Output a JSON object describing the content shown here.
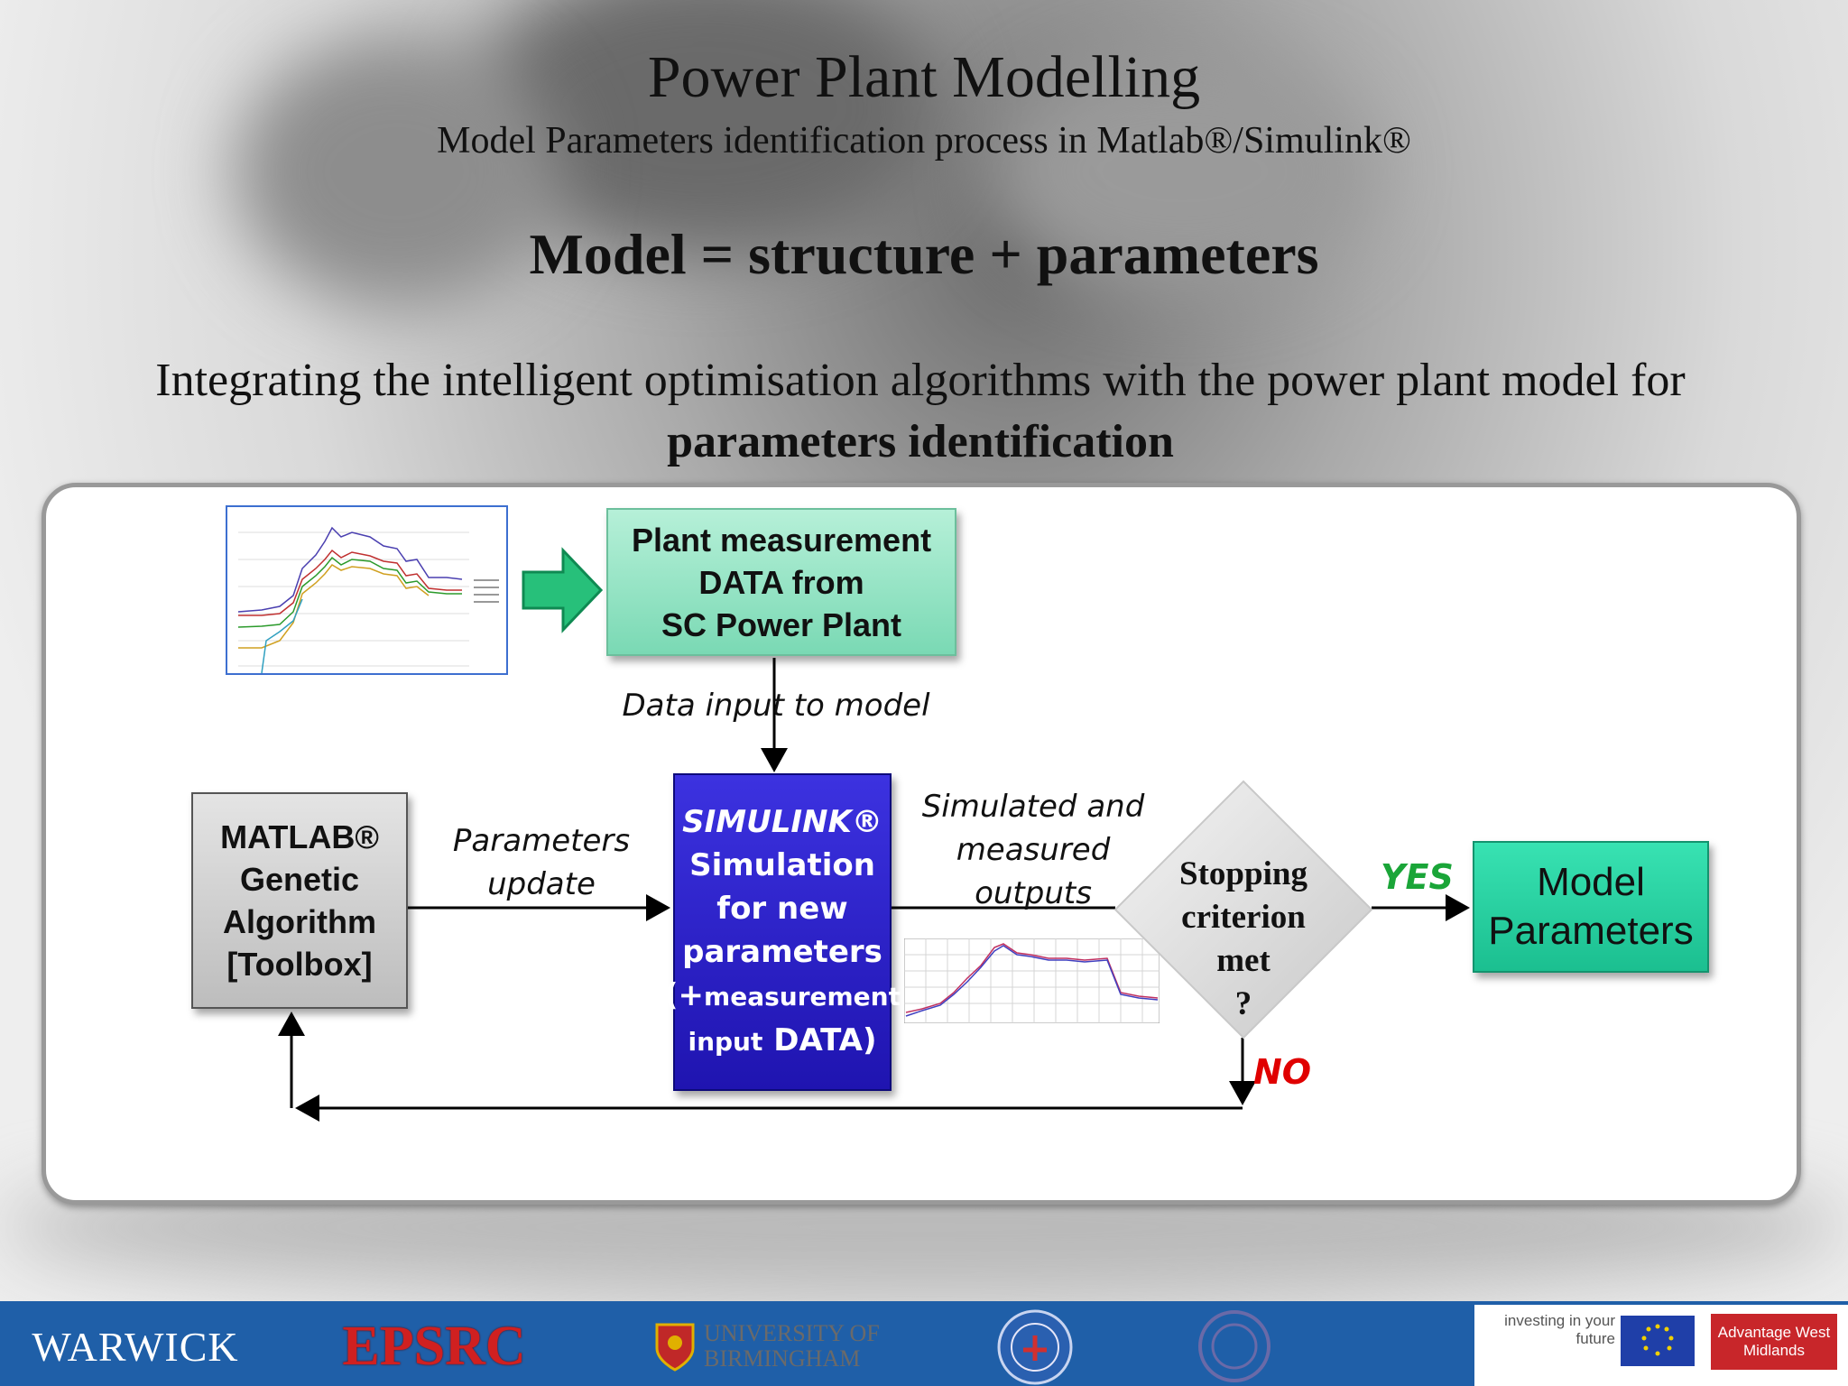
{
  "slide": {
    "title": "Power Plant Modelling",
    "subtitle": "Model Parameters identification process in Matlab®/Simulink®",
    "equation": "Model = structure + parameters",
    "intro_text": "Integrating the intelligent optimisation algorithms with the power plant model for",
    "intro_bold": "parameters identification"
  },
  "diagram": {
    "plant_box": [
      "Plant measurement",
      "DATA from",
      "SC Power Plant"
    ],
    "data_input_label": "Data input to model",
    "matlab_box": [
      "MATLAB®",
      "Genetic",
      "Algorithm",
      "[Toolbox]"
    ],
    "params_update_label": [
      "Parameters",
      "update"
    ],
    "sim_box": {
      "title": "SIMULINK®",
      "lines": [
        "Simulation",
        "for new",
        "parameters"
      ],
      "paren_open": "(+",
      "paren_small": "measurement",
      "last_small": "input",
      "last_big": "DATA)"
    },
    "outputs_label": [
      "Simulated and",
      "measured",
      "outputs"
    ],
    "decision": [
      "Stopping",
      "criterion",
      "met",
      "?"
    ],
    "yes_label": "YES",
    "no_label": "NO",
    "model_box": [
      "Model",
      "Parameters"
    ]
  },
  "colors": {
    "plant_box": "#8ee0c0",
    "sim_box": "#2a1fd0",
    "model_box": "#22cc99",
    "yes": "#1aa538",
    "no": "#e00000",
    "footer": "#1f5fa8"
  },
  "footer": {
    "logos": [
      "WARWICK",
      "EPSRC",
      "UNIVERSITY OF BIRMINGHAM",
      "investing in your future",
      "Advantage West Midlands"
    ]
  }
}
